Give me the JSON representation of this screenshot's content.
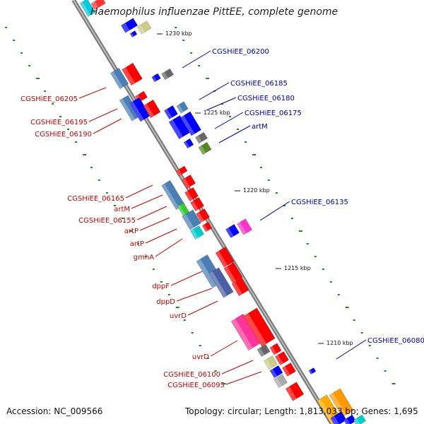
{
  "title": "Haemophilus influenzae PittEE, complete genome",
  "footer": {
    "accession": "Accession: NC_009566",
    "topology": "Topology: circular; Length: 1,813,033 bp; Genes: 1,695"
  },
  "ticks": [
    "1230 kbp",
    "1225 kbp",
    "1220 kbp",
    "1215 kbp",
    "1210 kbp"
  ],
  "left_labels": [
    "CGSHiEE_06205",
    "CGSHiEE_06195",
    "CGSHiEE_06190",
    "CGSHiEE_06165",
    "artM",
    "CGSHiEE_06155",
    "artP",
    "artP",
    "gmhA",
    "dppF",
    "dppD",
    "uvrD",
    "uvrD",
    "CGSHiEE_06100",
    "CGSHiEE_06095"
  ],
  "right_labels": [
    "CGSHiEE_06200",
    "CGSHiEE_06185",
    "CGSHiEE_06180",
    "CGSHiEE_06175",
    "artM",
    "CGSHiEE_06135",
    "CGSHiEE_06080"
  ],
  "colors": {
    "forward_cds": "#ff0000",
    "reverse_cds": "#0000ff",
    "backbone": "#999999",
    "tick_dots": "#228822",
    "left_label": "#cc0000",
    "right_label": "#0000aa"
  }
}
